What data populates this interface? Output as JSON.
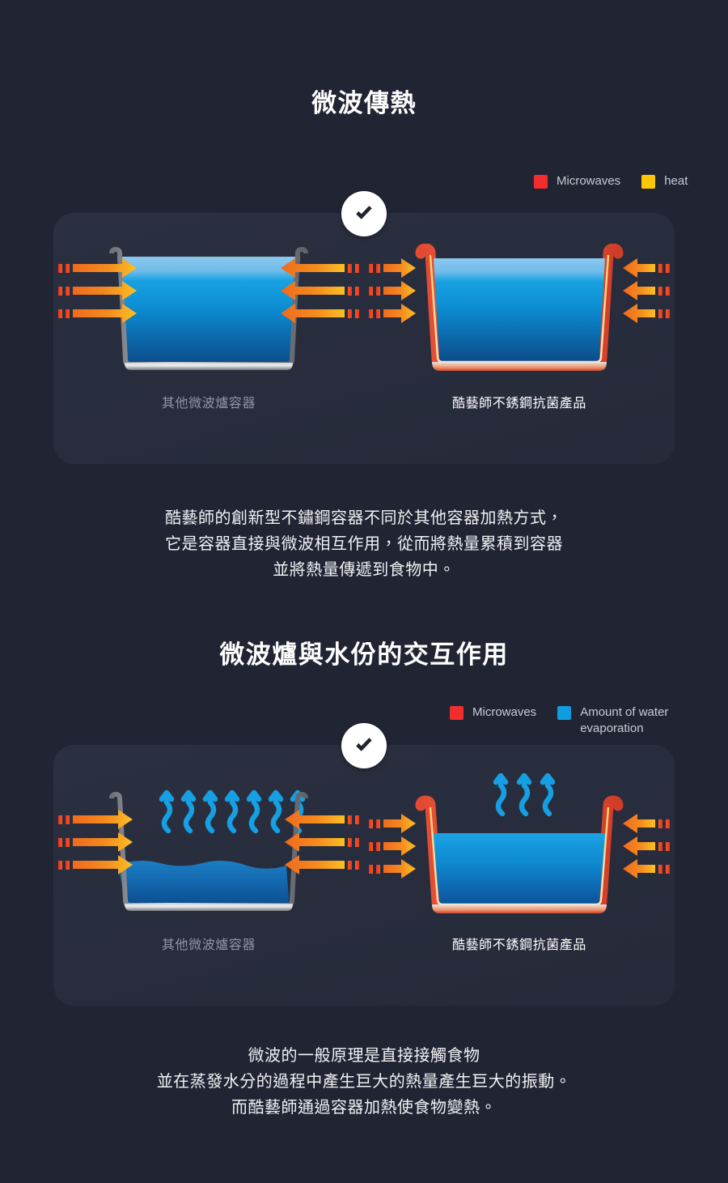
{
  "theme": {
    "page_bg": "#212533",
    "card_bg": "#282d3d",
    "microwave_red": "#f22d2d",
    "heat_yellow": "#fcc707",
    "water_blue": "#109ce0",
    "arrow_orange": "#f2741c",
    "arrow_yellow": "#fbc024",
    "steel_gray": "#b9bcc0",
    "hot_wall_red": "#e5503a",
    "text_white": "#ffffff",
    "text_muted": "#9096a4",
    "legend_text": "#c8cbd4"
  },
  "sections": [
    {
      "id": "section-1",
      "title": "微波傳熱",
      "check_icon": "check-circle-icon",
      "legend": [
        {
          "swatch_color": "#f22d2d",
          "label": "Microwaves"
        },
        {
          "swatch_color": "#fcc707",
          "label": "heat"
        }
      ],
      "panels": [
        {
          "id": "panel-1-left",
          "caption": "其他微波爐容器",
          "caption_style": "muted",
          "vessel": "thin-steel-container",
          "water_level": "full",
          "arrows_pass_through": true,
          "steam_count": 0
        },
        {
          "id": "panel-1-right",
          "caption": "酷藝師不銹鋼抗菌產品",
          "caption_style": "white",
          "vessel": "heated-steel-container",
          "water_level": "full",
          "arrows_pass_through": false,
          "steam_count": 0
        }
      ],
      "body_text": [
        "酷藝師的創新型不鏽鋼容器不同於其他容器加熱方式，",
        "它是容器直接與微波相互作用，從而將熱量累積到容器",
        "並將熱量傳遞到食物中。"
      ]
    },
    {
      "id": "section-2",
      "title": "微波爐與水份的交互作用",
      "check_icon": "check-circle-icon",
      "legend": [
        {
          "swatch_color": "#f22d2d",
          "label": "Microwaves"
        },
        {
          "swatch_color": "#109ce0",
          "label": "Amount of water\nevaporation"
        }
      ],
      "panels": [
        {
          "id": "panel-2-left",
          "caption": "其他微波爐容器",
          "caption_style": "muted",
          "vessel": "thin-steel-container",
          "water_level": "low",
          "arrows_pass_through": true,
          "steam_count": 7
        },
        {
          "id": "panel-2-right",
          "caption": "酷藝師不銹鋼抗菌產品",
          "caption_style": "white",
          "vessel": "heated-steel-container",
          "water_level": "high",
          "arrows_pass_through": false,
          "steam_count": 3
        }
      ],
      "body_text": [
        "微波的一般原理是直接接觸食物",
        "並在蒸發水分的過程中產生巨大的熱量產生巨大的振動。",
        "而酷藝師通過容器加熱使食物變熱。"
      ]
    }
  ]
}
